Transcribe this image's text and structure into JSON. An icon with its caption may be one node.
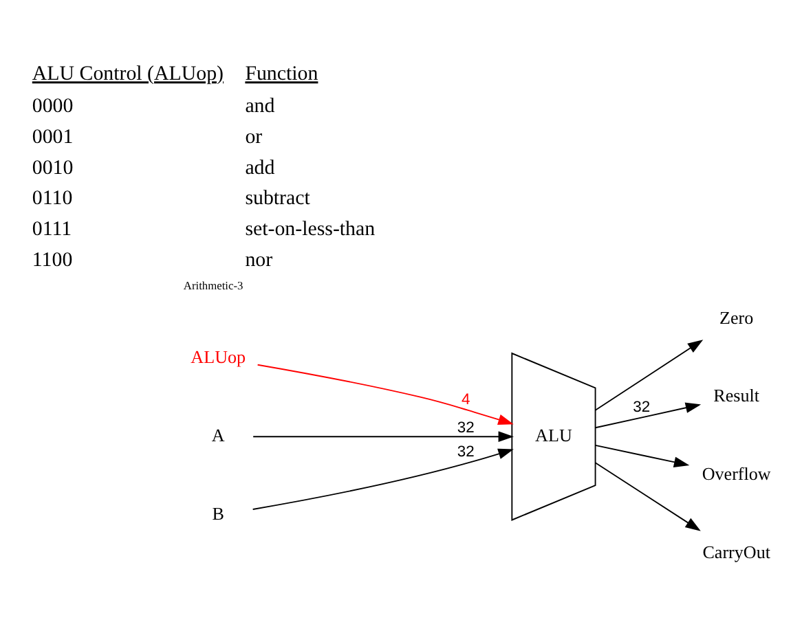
{
  "diagram": {
    "nodes": [
      {
        "text": [
          "ALUop"
        ]
      },
      {
        "text": [
          "A"
        ]
      },
      {
        "text": [
          "B"
        ]
      },
      {
        "text": [
          "ALU"
        ]
      },
      {
        "text": [
          "Zero"
        ]
      },
      {
        "text": [
          "Result"
        ]
      },
      {
        "text": [
          "Overflow"
        ]
      },
      {
        "text": [
          "CarryOut"
        ]
      }
    ],
    "edges": [
      {
        "from": 0,
        "to": 3,
        "arrow": "to",
        "label": "4",
        "color": "#ff0000"
      },
      {
        "from": 1,
        "to": 3,
        "arrow": "to",
        "label": "32"
      },
      {
        "from": 2,
        "to": 3,
        "arrow": "to",
        "label": "32"
      },
      {
        "from": 3,
        "to": 4,
        "arrow": "to"
      },
      {
        "from": 3,
        "to": 5,
        "arrow": "to",
        "label": "32"
      },
      {
        "from": 3,
        "to": 6,
        "arrow": "to"
      },
      {
        "from": 3,
        "to": 7,
        "arrow": "to"
      }
    ],
    "labels": [
      "ALU Control (ALUop)",
      "Function",
      "0000",
      "and",
      "0001",
      "or",
      "0010",
      "add",
      "0110",
      "subtract",
      "0111",
      "set-on-less-than",
      "1100",
      "nor",
      "Arithmetic-3"
    ]
  }
}
